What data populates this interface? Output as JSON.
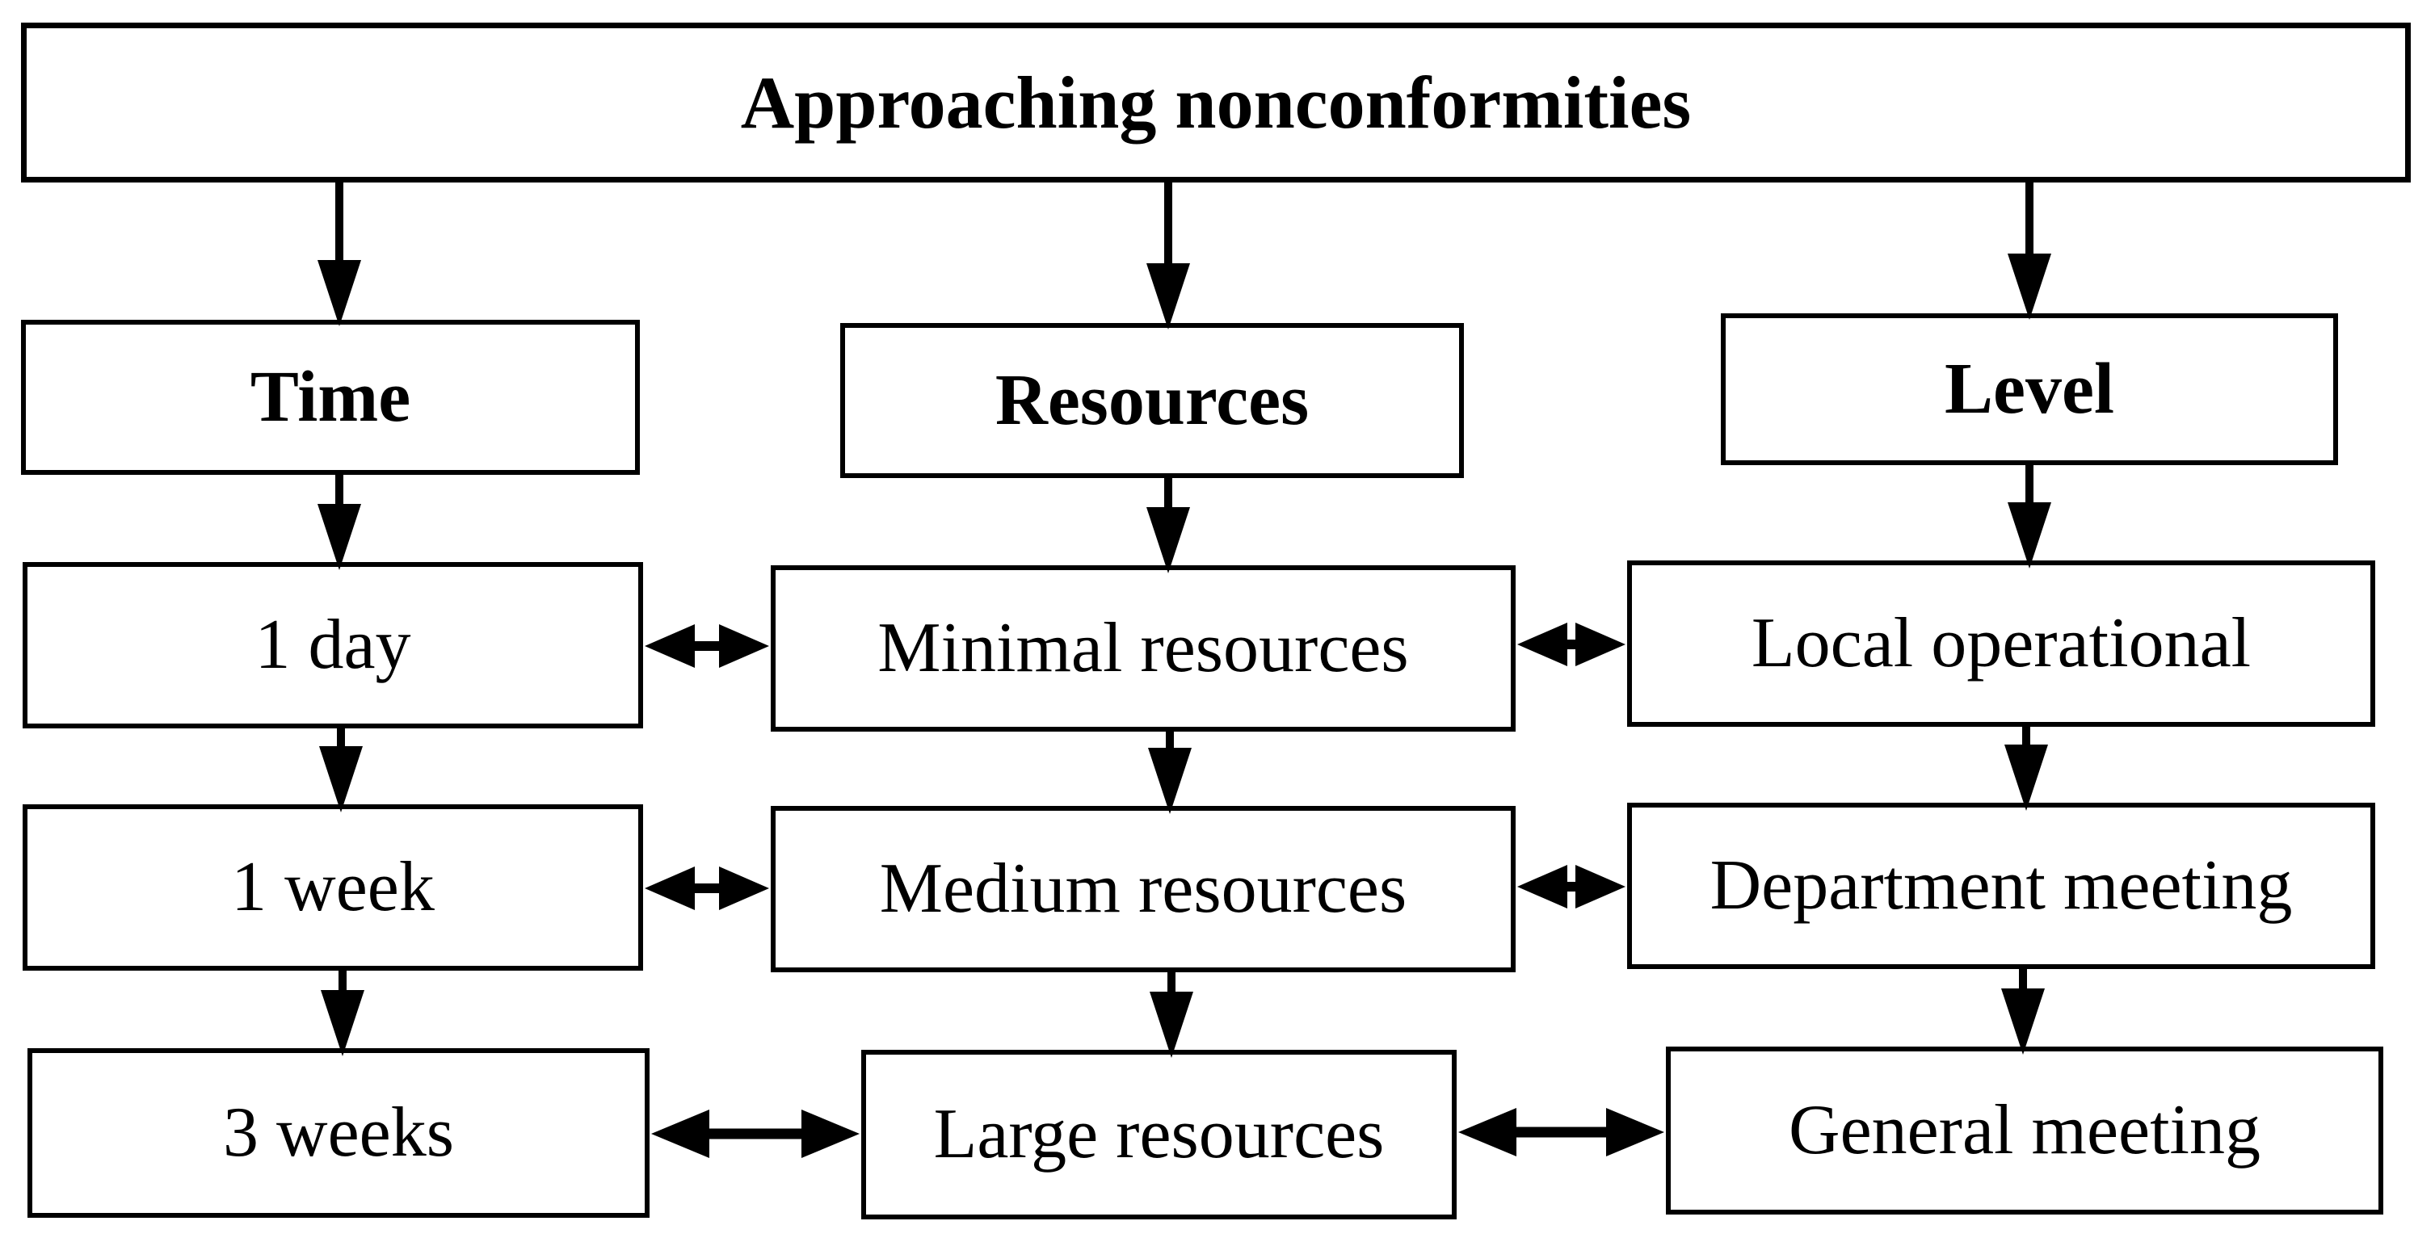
{
  "figure": {
    "title": "Approaching nonconformities",
    "columns": [
      {
        "header": "Time",
        "items": [
          "1 day",
          "1 week",
          "3 weeks"
        ]
      },
      {
        "header": "Resources",
        "items": [
          "Minimal resources",
          "Medium resources",
          "Large resources"
        ]
      },
      {
        "header": "Level",
        "items": [
          "Local operational",
          "Department meeting",
          "General meeting"
        ]
      }
    ],
    "relationships": {
      "downward": [
        "Approaching nonconformities -> Time",
        "Approaching nonconformities -> Resources",
        "Approaching nonconformities -> Level",
        "Time -> 1 day",
        "1 day -> 1 week",
        "1 week -> 3 weeks",
        "Resources -> Minimal resources",
        "Minimal resources -> Medium resources",
        "Medium resources -> Large resources",
        "Level -> Local operational",
        "Local operational -> Department meeting",
        "Department meeting -> General meeting"
      ],
      "bidirectional": [
        "1 day <-> Minimal resources",
        "Minimal resources <-> Local operational",
        "1 week <-> Medium resources",
        "Medium resources <-> Department meeting",
        "3 weeks <-> Large resources",
        "Large resources <-> General meeting"
      ]
    }
  },
  "colors": {
    "background": "#ffffff",
    "border": "#000000",
    "text": "#000000",
    "arrow": "#000000"
  }
}
